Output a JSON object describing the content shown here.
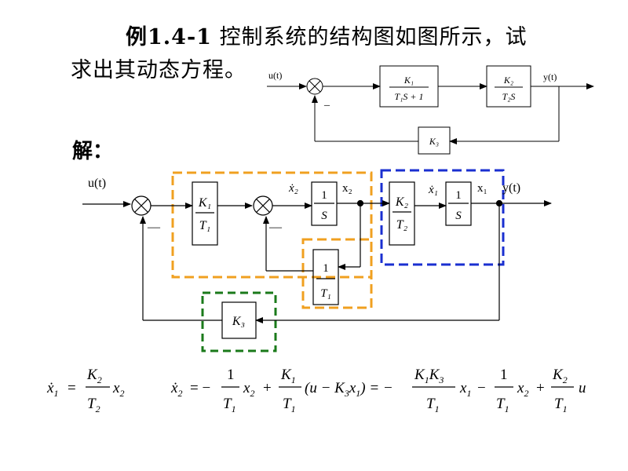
{
  "problem": {
    "label": "例1.4-1",
    "text_line1": "控制系统的结构图如图所示，试",
    "text_line2": "求出其动态方程。"
  },
  "solution_label": "解：",
  "top_diagram": {
    "input": "u(t)",
    "output": "y(t)",
    "minus": "_",
    "block1": {
      "num": "K₁",
      "den": "T₁S + 1"
    },
    "block2": {
      "num": "K₂",
      "den": "T₂S"
    },
    "feedback": "K₃"
  },
  "bottom_diagram": {
    "input": "u(t)",
    "output": "y(t)",
    "minus": "—",
    "block_k1t1": {
      "num": "K₁",
      "den": "T₁"
    },
    "block_int1": {
      "num": "1",
      "den": "S"
    },
    "block_fb_inner": {
      "num": "1",
      "den": "T₁"
    },
    "block_k2t2": {
      "num": "K₂",
      "den": "T₂"
    },
    "block_int2": {
      "num": "1",
      "den": "S"
    },
    "block_k3": "K₃",
    "sig_x2dot": "ẋ₂",
    "sig_x2": "x₂",
    "sig_x1dot": "ẋ₁",
    "sig_x1": "x₁",
    "colors": {
      "orange": "#f0a020",
      "blue": "#1a2fd0",
      "green": "#1a7a1a"
    }
  },
  "equations": {
    "eq1": "ẋ₁ = (K₂/T₂) x₂",
    "eq2": "ẋ₂ = −(1/T₁) x₂ + (K₁/T₁)(u − K₃x₁) = −(K₁K₃/T₁) x₁ − (1/T₁) x₂ + (K₂/T₁) u"
  }
}
